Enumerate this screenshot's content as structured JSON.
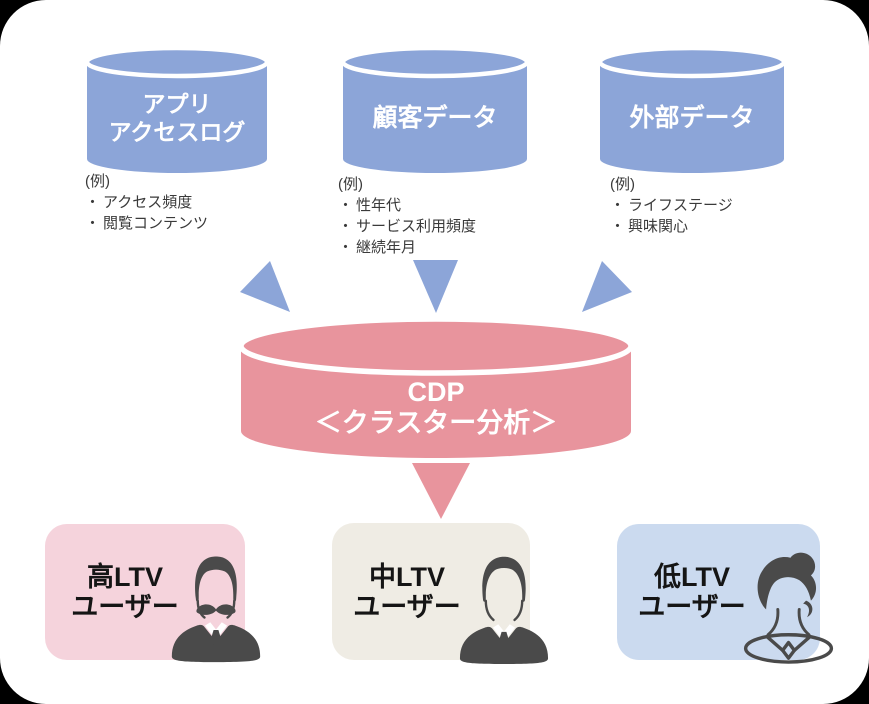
{
  "bullet_char": "・",
  "colors": {
    "page_bg": "#000000",
    "canvas_bg": "#ffffff",
    "db_blue": "#8CA5D8",
    "arrow_blue": "#8CA5D8",
    "cdp_pink": "#E8949D",
    "box_high": "#F5D3DC",
    "box_mid": "#EFECE4",
    "box_low": "#CBDAEF",
    "icon_gray": "#4A4A4A",
    "list_text": "#3A3A3A",
    "cylinder_text": "#FFFFFF",
    "box_text": "#151515"
  },
  "sources": [
    {
      "title_line1": "アプリ",
      "title_line2": "アクセスログ",
      "example_label": "(例)",
      "items": [
        "アクセス頻度",
        "閲覧コンテンツ"
      ]
    },
    {
      "title_line1": "顧客データ",
      "example_label": "(例)",
      "items": [
        "性年代",
        "サービス利用頻度",
        "継続年月"
      ]
    },
    {
      "title_line1": "外部データ",
      "example_label": "(例)",
      "items": [
        "ライフステージ",
        "興味関心"
      ]
    }
  ],
  "cdp": {
    "title": "CDP",
    "subtitle": "＜クラスター分析＞"
  },
  "segments": [
    {
      "line1": "高LTV",
      "line2": "ユーザー",
      "icon": "man-mustache-icon"
    },
    {
      "line1": "中LTV",
      "line2": "ユーザー",
      "icon": "man-icon"
    },
    {
      "line1": "低LTV",
      "line2": "ユーザー",
      "icon": "woman-icon"
    }
  ]
}
